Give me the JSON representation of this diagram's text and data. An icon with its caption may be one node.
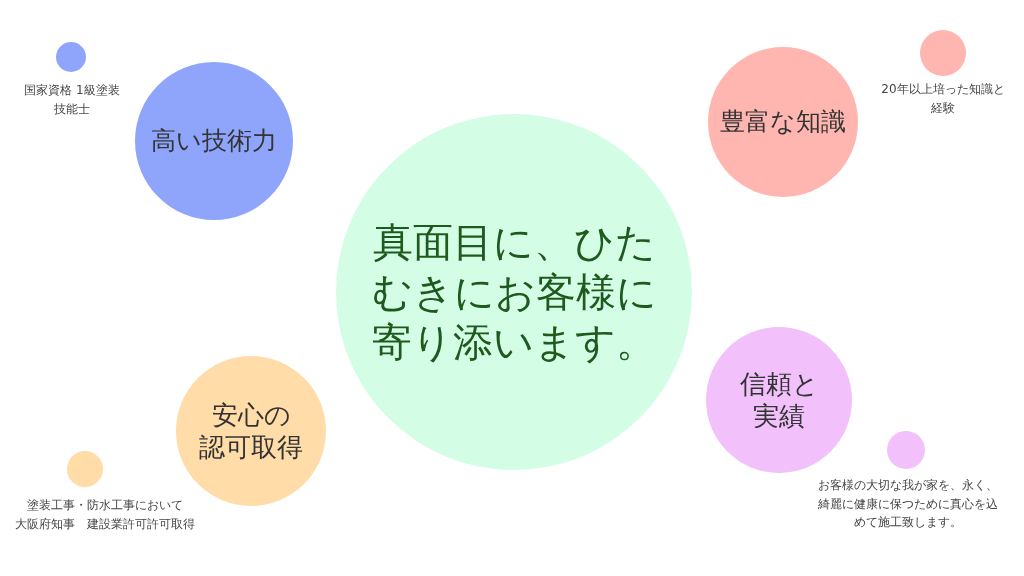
{
  "diagram": {
    "nodes": [
      {
        "text": [],
        "shape": "circle",
        "beside": [
          "国家資格 1級塗装技能士"
        ]
      },
      {
        "text": [
          "高い技術力"
        ]
      },
      {
        "text": [
          "豊富な知識"
        ]
      },
      {
        "text": [],
        "shape": "circle",
        "beside": [
          "20年以上培った知識と経験"
        ]
      },
      {
        "text": [
          "真面目に、ひたむきにお客様に寄り添います。"
        ]
      },
      {
        "text": [
          "信頼と実績"
        ]
      },
      {
        "text": [
          "安心の認可取得"
        ]
      },
      {
        "text": [],
        "shape": "circle",
        "beside": [
          "お客様の大切な我が家を、永く、綺麗に健康に保つために真心を込めて施工致します。"
        ]
      },
      {
        "text": [],
        "shape": "circle",
        "beside": [
          "塗装工事・防水工事において",
          "大阪府知事　建設業許可許可取得"
        ]
      }
    ]
  }
}
